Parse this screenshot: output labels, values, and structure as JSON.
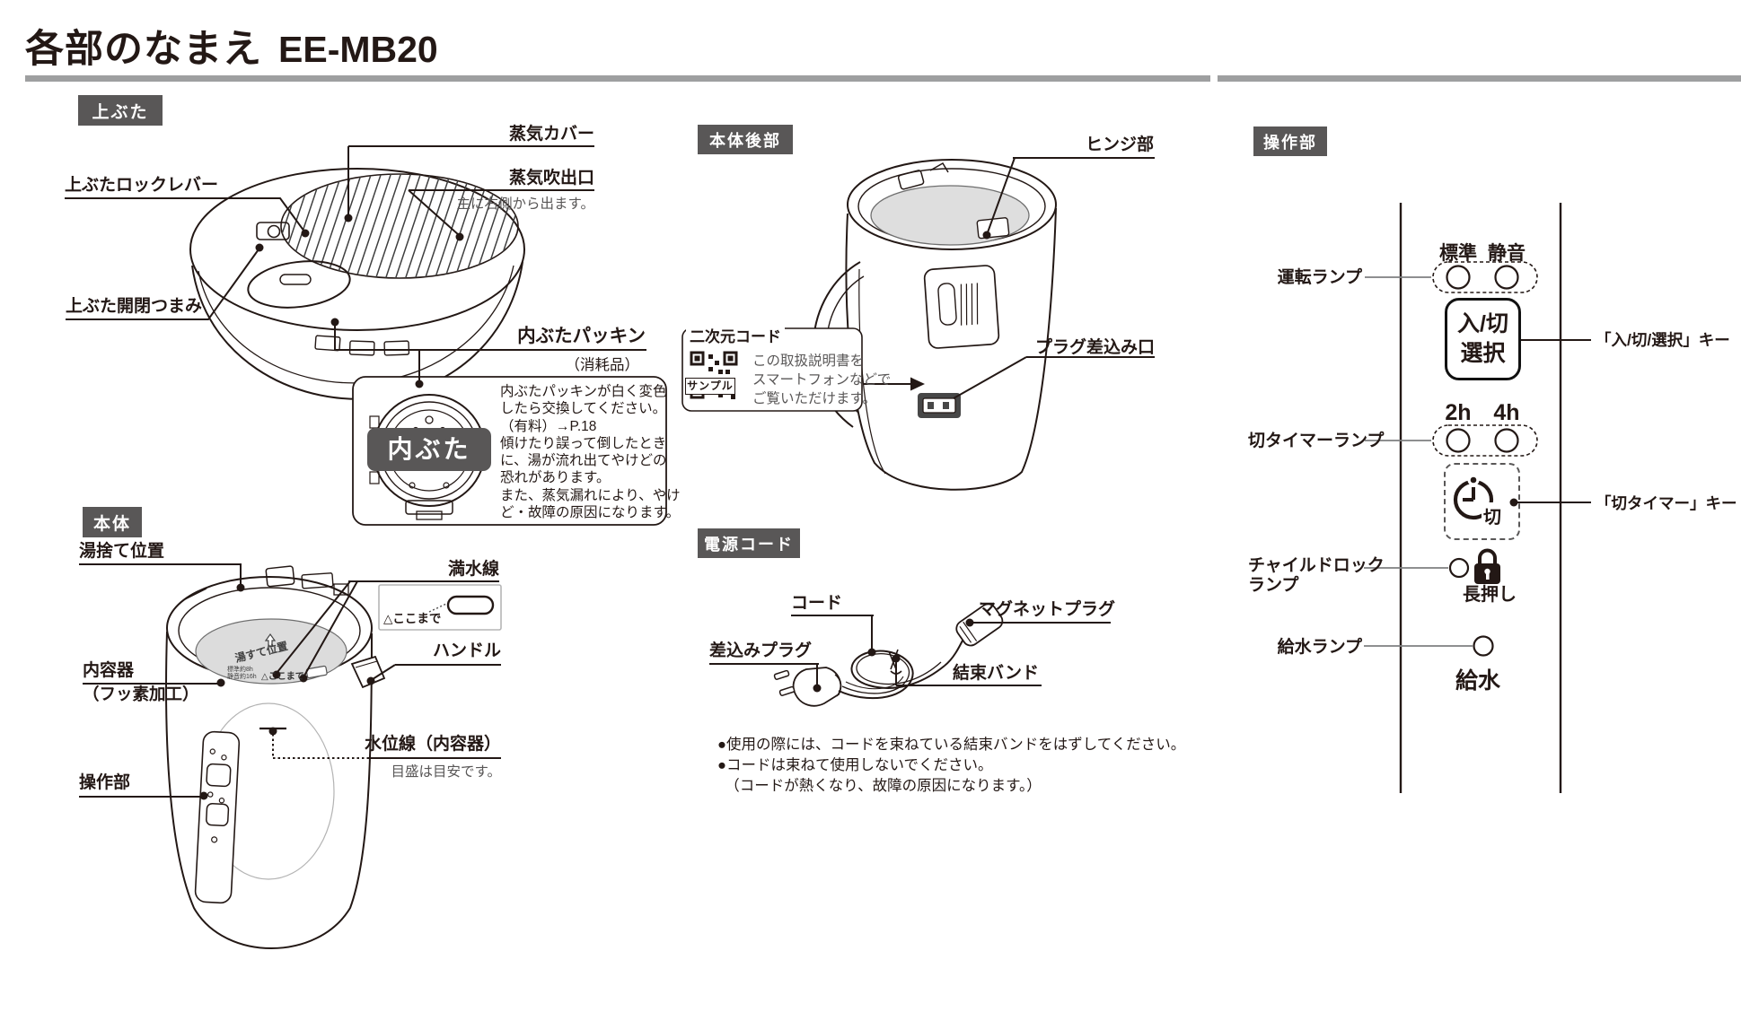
{
  "page": {
    "title": "各部のなまえ",
    "model": "EE-MB20"
  },
  "colors": {
    "badge_bg": "#595757",
    "text": "#231815",
    "gray_text": "#595757",
    "divider": "#9e9fa0"
  },
  "sections": {
    "top_lid": {
      "badge": "上ぶた",
      "labels": {
        "steam_cover": "蒸気カバー",
        "steam_outlet": "蒸気吹出口",
        "steam_outlet_note": "主に右側から出ます。",
        "lock_lever": "上ぶたロックレバー",
        "open_close_knob": "上ぶた開閉つまみ",
        "inner_lid_gasket": "内ぶたパッキン",
        "inner_lid_gasket_note": "（消耗品）"
      },
      "inner_lid_box": {
        "banner": "内ぶた",
        "note_lines": [
          "内ぶたパッキンが白く変色",
          "したら交換してください。",
          "（有料）→P.18",
          "傾けたり誤って倒したとき",
          "に、湯が流れ出てやけどの",
          "恐れがあります。",
          "また、蒸気漏れにより、やけ",
          "ど・故障の原因になります。"
        ]
      }
    },
    "body_rear": {
      "badge": "本体後部",
      "labels": {
        "hinge": "ヒンジ部",
        "plug_socket": "プラグ差込み口"
      },
      "qr_box": {
        "title": "二次元コード",
        "sample": "サンプル",
        "note_lines": [
          "この取扱説明書を",
          "スマートフォンなどで",
          "ご覧いただけます。"
        ]
      }
    },
    "controls": {
      "badge": "操作部",
      "run_lamp_label": "運転ランプ",
      "mode_standard": "標準",
      "mode_quiet": "静音",
      "power_button_line1": "入/切",
      "power_button_line2": "選択",
      "power_key_label": "「入/切/選択」キー",
      "timer_lamp_label": "切タイマーランプ",
      "timer_2h": "2h",
      "timer_4h": "4h",
      "timer_button_text": "切",
      "timer_key_label": "「切タイマー」キー",
      "child_lock_line1": "チャイルドロック",
      "child_lock_line2": "ランプ",
      "long_press": "長押し",
      "water_lamp_label": "給水ランプ",
      "water_supply": "給水"
    },
    "body": {
      "badge": "本体",
      "labels": {
        "pour_position": "湯捨て位置",
        "full_water_line": "満水線",
        "handle": "ハンドル",
        "inner_container": "内容器",
        "inner_container_note": "（フッ素加工）",
        "water_level_line": "水位線（内容器）",
        "water_level_note": "目盛は目安です。",
        "control_panel": "操作部"
      },
      "full_line_mark": "△ここまで",
      "pot_marks": {
        "pour_text": "湯すて位置",
        "scale_line1": "標準約8h",
        "scale_line2": "静音約16h",
        "here_mark": "△ここまで"
      }
    },
    "power_cord": {
      "badge": "電源コード",
      "labels": {
        "cord": "コード",
        "magnet_plug": "マグネットプラグ",
        "inlet_plug": "差込みプラグ",
        "binding_band": "結束バンド"
      },
      "notes": [
        "●使用の際には、コードを束ねている結束バンドをはずしてください。",
        "●コードは束ねて使用しないでください。",
        "　（コードが熱くなり、故障の原因になります。）"
      ]
    }
  }
}
